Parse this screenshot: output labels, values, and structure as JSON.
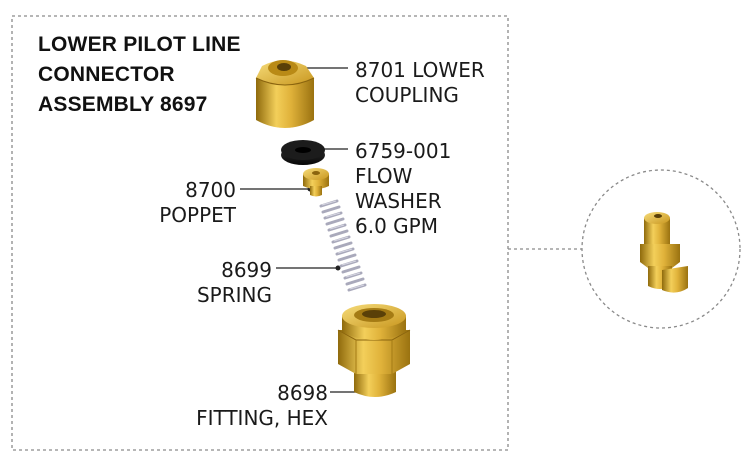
{
  "title": {
    "line1": "LOWER PILOT LINE",
    "line2": "CONNECTOR",
    "line3": "ASSEMBLY 8697"
  },
  "parts": {
    "coupling": {
      "number": "8701 LOWER",
      "name": "COUPLING"
    },
    "washer": {
      "number": "6759-001",
      "line2": "FLOW",
      "line3": "WASHER",
      "line4": "6.0 GPM"
    },
    "poppet": {
      "number": "8700",
      "name": "POPPET"
    },
    "spring": {
      "number": "8699",
      "name": "SPRING"
    },
    "fitting": {
      "number": "8698",
      "name": "FITTING, HEX"
    }
  },
  "colors": {
    "brass_light": "#f2cc55",
    "brass_mid": "#d4a52a",
    "brass_dark": "#9a7210",
    "spring": "#b9b9c9",
    "washer": "#141414",
    "border": "#8a8a8a"
  }
}
